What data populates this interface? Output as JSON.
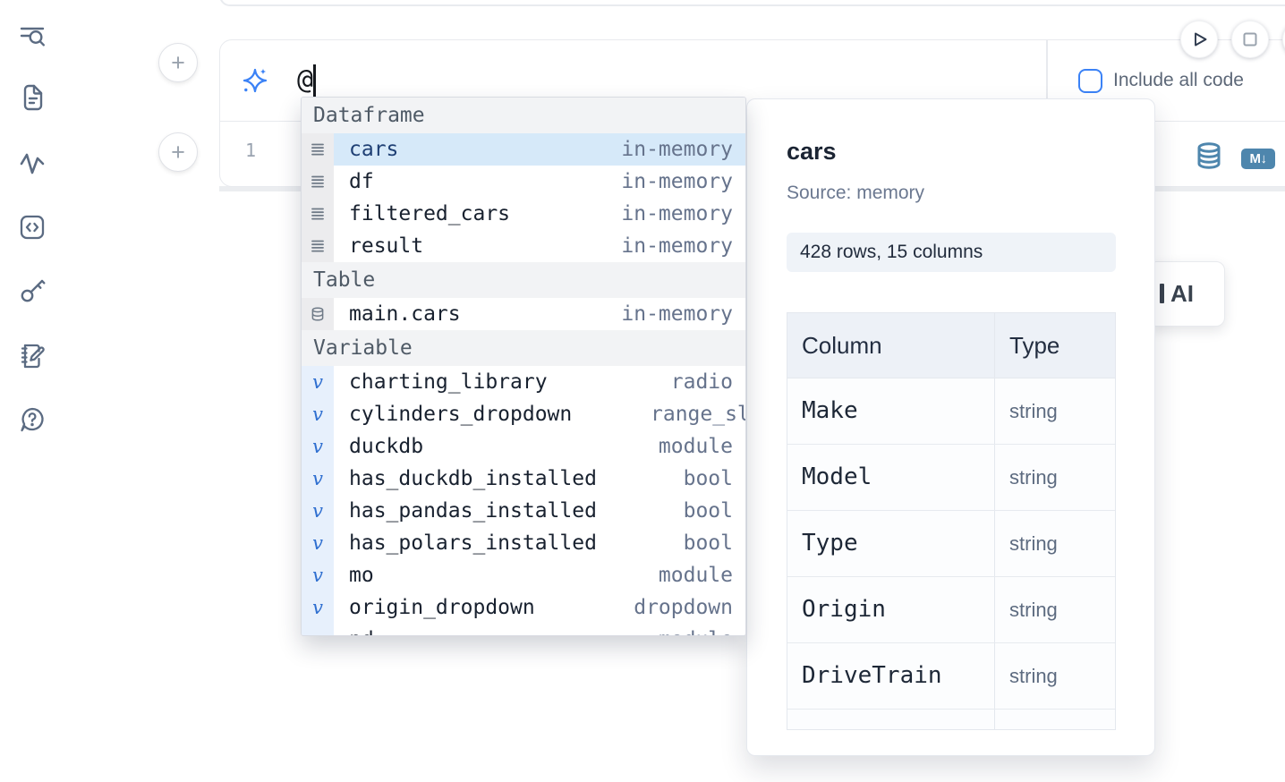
{
  "colors": {
    "accent_blue": "#3b82f6",
    "steel_blue": "#4e86ad",
    "sidebar_icon": "#5b6b82",
    "selected_row_bg": "#d6e9f9"
  },
  "sidebar": {
    "items": [
      {
        "icon": "search-list-icon"
      },
      {
        "icon": "file-icon"
      },
      {
        "icon": "activity-icon"
      },
      {
        "icon": "code-cell-icon"
      },
      {
        "icon": "key-icon"
      },
      {
        "icon": "scratchpad-icon"
      },
      {
        "icon": "help-icon"
      }
    ]
  },
  "cell": {
    "add_cell_label": "+",
    "ai_prompt_value": "@",
    "include_all_code_label": "Include all code",
    "line_number": "1",
    "markdown_badge": "M↓"
  },
  "autocomplete": {
    "sections": [
      {
        "label": "Dataframe",
        "kind": "dataframe",
        "items": [
          {
            "name": "cars",
            "type": "in-memory",
            "selected": true
          },
          {
            "name": "df",
            "type": "in-memory"
          },
          {
            "name": "filtered_cars",
            "type": "in-memory"
          },
          {
            "name": "result",
            "type": "in-memory"
          }
        ]
      },
      {
        "label": "Table",
        "kind": "table",
        "items": [
          {
            "name": "main.cars",
            "type": "in-memory"
          }
        ]
      },
      {
        "label": "Variable",
        "kind": "variable",
        "items": [
          {
            "name": "charting_library",
            "type": "radio"
          },
          {
            "name": "cylinders_dropdown",
            "type": "range_slider",
            "type_clipped": true
          },
          {
            "name": "duckdb",
            "type": "module"
          },
          {
            "name": "has_duckdb_installed",
            "type": "bool"
          },
          {
            "name": "has_pandas_installed",
            "type": "bool"
          },
          {
            "name": "has_polars_installed",
            "type": "bool"
          },
          {
            "name": "mo",
            "type": "module"
          },
          {
            "name": "origin_dropdown",
            "type": "dropdown"
          },
          {
            "name": "pd",
            "type": "module"
          }
        ]
      }
    ]
  },
  "preview": {
    "title": "cars",
    "source_label": "Source: memory",
    "shape_badge": "428 rows, 15 columns",
    "table": {
      "headers": [
        "Column",
        "Type"
      ],
      "rows": [
        {
          "column": "Make",
          "type": "string"
        },
        {
          "column": "Model",
          "type": "string"
        },
        {
          "column": "Type",
          "type": "string"
        },
        {
          "column": "Origin",
          "type": "string"
        },
        {
          "column": "DriveTrain",
          "type": "string"
        },
        {
          "column": "",
          "type": ""
        }
      ]
    }
  },
  "partial_button": {
    "label": "AI"
  }
}
